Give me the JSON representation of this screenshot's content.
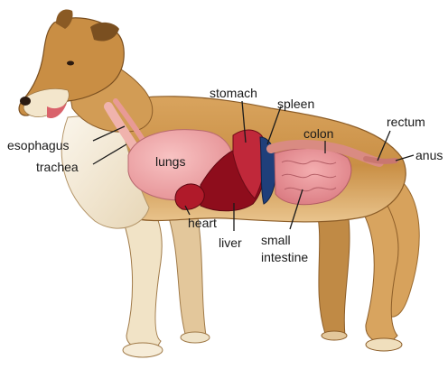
{
  "labels": {
    "stomach": "stomach",
    "spleen": "spleen",
    "colon": "colon",
    "rectum": "rectum",
    "anus": "anus",
    "esophagus": "esophagus",
    "trachea": "trachea",
    "lungs": "lungs",
    "heart": "heart",
    "liver": "liver",
    "small_intestine_line1": "small",
    "small_intestine_line2": "intestine"
  },
  "colors": {
    "fur_light": "#e8c48a",
    "fur_mid": "#c9934a",
    "fur_dark": "#8a5a24",
    "chest_white": "#f4eee2",
    "lungs": "#f0a9a9",
    "heart_liver": "#9b1020",
    "stomach": "#c0283a",
    "spleen": "#1f3f7a",
    "intestine": "#e8959a",
    "colon": "#d98b82"
  }
}
